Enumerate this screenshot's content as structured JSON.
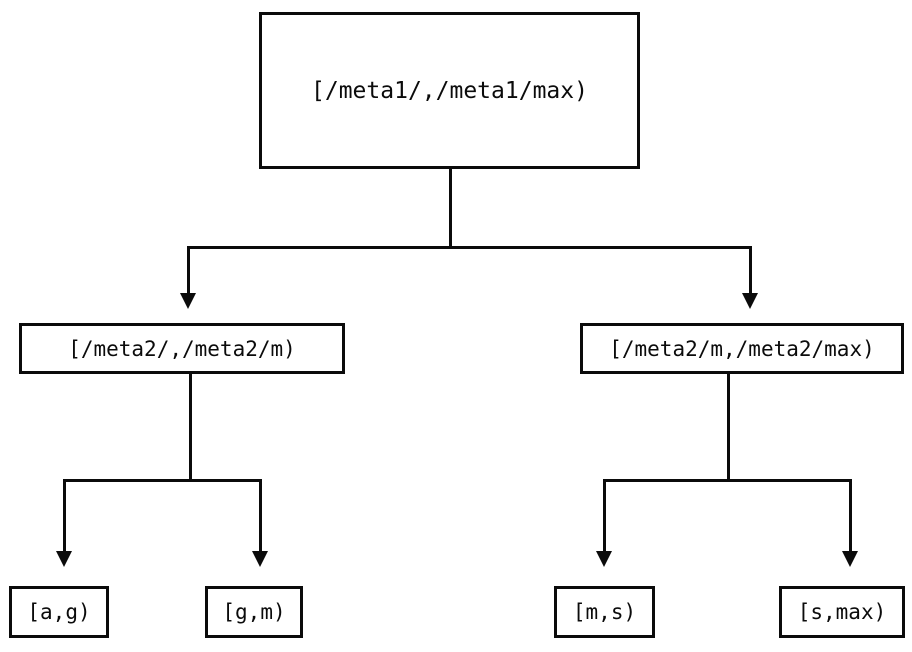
{
  "diagram": {
    "type": "interval-tree",
    "orientation": "top-down",
    "background_color": "#ffffff",
    "stroke_color": "#0b0b0b",
    "nodes": {
      "root": {
        "id": "root",
        "label": "[/meta1/,/meta1/max)",
        "level": 0
      },
      "mid_left": {
        "id": "mid-left",
        "label": "[/meta2/,/meta2/m)",
        "level": 1
      },
      "mid_right": {
        "id": "mid-right",
        "label": "[/meta2/m,/meta2/max)",
        "level": 1
      },
      "leaves": [
        {
          "id": "leaf-a-g",
          "label": "[a,g)",
          "level": 2,
          "parent": "mid-left"
        },
        {
          "id": "leaf-g-m",
          "label": "[g,m)",
          "level": 2,
          "parent": "mid-left"
        },
        {
          "id": "leaf-m-s",
          "label": "[m,s)",
          "level": 2,
          "parent": "mid-right"
        },
        {
          "id": "leaf-s-max",
          "label": "[s,max)",
          "level": 2,
          "parent": "mid-right"
        }
      ]
    },
    "edges": [
      {
        "from": "root",
        "to": "mid-left",
        "arrow": true
      },
      {
        "from": "root",
        "to": "mid-right",
        "arrow": true
      },
      {
        "from": "mid-left",
        "to": "leaf-a-g",
        "arrow": true
      },
      {
        "from": "mid-left",
        "to": "leaf-g-m",
        "arrow": true
      },
      {
        "from": "mid-right",
        "to": "leaf-m-s",
        "arrow": true
      },
      {
        "from": "mid-right",
        "to": "leaf-s-max",
        "arrow": true
      }
    ]
  }
}
